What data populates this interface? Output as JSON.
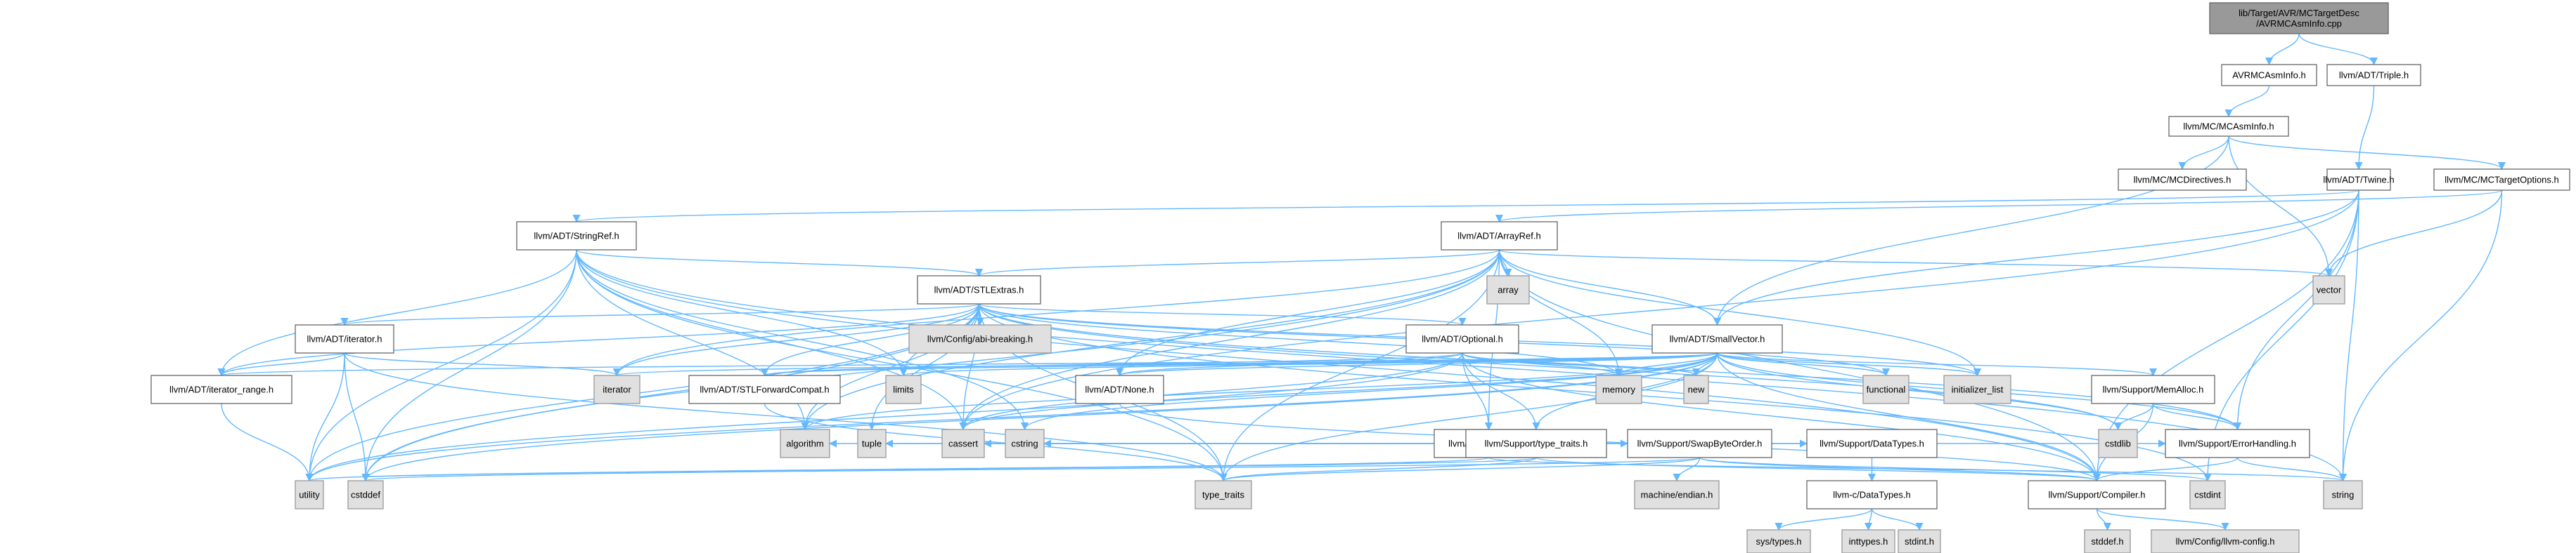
{
  "diagram": {
    "type": "include-dependency-graph",
    "colors": {
      "edge": "#63b8ff",
      "root_fill": "#999999",
      "file_fill": "#ffffff",
      "system_fill": "#e0e0e0",
      "border": "#666666"
    },
    "nodes": [
      {
        "id": "root",
        "lines": [
          "lib/Target/AVR/MCTargetDesc",
          "/AVRMCAsmInfo.cpp"
        ],
        "kind": "root"
      },
      {
        "id": "avrmcasminfo",
        "lines": [
          "AVRMCAsmInfo.h"
        ],
        "kind": "file"
      },
      {
        "id": "triple",
        "lines": [
          "llvm/ADT/Triple.h"
        ],
        "kind": "file"
      },
      {
        "id": "mcasminfo",
        "lines": [
          "llvm/MC/MCAsmInfo.h"
        ],
        "kind": "file"
      },
      {
        "id": "mcdirectives",
        "lines": [
          "llvm/MC/MCDirectives.h"
        ],
        "kind": "file"
      },
      {
        "id": "mctargetoptions",
        "lines": [
          "llvm/MC/MCTargetOptions.h"
        ],
        "kind": "file"
      },
      {
        "id": "twine",
        "lines": [
          "llvm/ADT/Twine.h"
        ],
        "kind": "file"
      },
      {
        "id": "stringref",
        "lines": [
          "llvm/ADT/StringRef.h"
        ],
        "kind": "file"
      },
      {
        "id": "arrayref",
        "lines": [
          "llvm/ADT/ArrayRef.h"
        ],
        "kind": "file"
      },
      {
        "id": "array",
        "lines": [
          "array"
        ],
        "kind": "sys"
      },
      {
        "id": "vector",
        "lines": [
          "vector"
        ],
        "kind": "sys"
      },
      {
        "id": "stlextras",
        "lines": [
          "llvm/ADT/STLExtras.h"
        ],
        "kind": "file"
      },
      {
        "id": "abibreaking",
        "lines": [
          "llvm/Config/abi-breaking.h"
        ],
        "kind": "sys"
      },
      {
        "id": "iteratorh",
        "lines": [
          "llvm/ADT/iterator.h"
        ],
        "kind": "file"
      },
      {
        "id": "optional",
        "lines": [
          "llvm/ADT/Optional.h"
        ],
        "kind": "file"
      },
      {
        "id": "smallvector",
        "lines": [
          "llvm/ADT/SmallVector.h"
        ],
        "kind": "file"
      },
      {
        "id": "iterrange",
        "lines": [
          "llvm/ADT/iterator_range.h"
        ],
        "kind": "file"
      },
      {
        "id": "iterator",
        "lines": [
          "iterator"
        ],
        "kind": "sys"
      },
      {
        "id": "limits",
        "lines": [
          "limits"
        ],
        "kind": "sys"
      },
      {
        "id": "stlfwd",
        "lines": [
          "llvm/ADT/STLForwardCompat.h"
        ],
        "kind": "file"
      },
      {
        "id": "none",
        "lines": [
          "llvm/ADT/None.h"
        ],
        "kind": "file"
      },
      {
        "id": "memory",
        "lines": [
          "memory"
        ],
        "kind": "sys"
      },
      {
        "id": "new",
        "lines": [
          "new"
        ],
        "kind": "sys"
      },
      {
        "id": "functional",
        "lines": [
          "functional"
        ],
        "kind": "sys"
      },
      {
        "id": "initlist",
        "lines": [
          "initializer_list"
        ],
        "kind": "sys"
      },
      {
        "id": "memalloc",
        "lines": [
          "llvm/Support/MemAlloc.h"
        ],
        "kind": "file"
      },
      {
        "id": "hashing",
        "lines": [
          "llvm/ADT/Hashing.h"
        ],
        "kind": "file"
      },
      {
        "id": "algorithm",
        "lines": [
          "algorithm"
        ],
        "kind": "sys"
      },
      {
        "id": "tuple",
        "lines": [
          "tuple"
        ],
        "kind": "sys"
      },
      {
        "id": "cassert",
        "lines": [
          "cassert"
        ],
        "kind": "sys"
      },
      {
        "id": "cstring",
        "lines": [
          "cstring"
        ],
        "kind": "sys"
      },
      {
        "id": "typetraitsh",
        "lines": [
          "llvm/Support/type_traits.h"
        ],
        "kind": "file"
      },
      {
        "id": "swapbyteorder",
        "lines": [
          "llvm/Support/SwapByteOrder.h"
        ],
        "kind": "file"
      },
      {
        "id": "datatypes",
        "lines": [
          "llvm/Support/DataTypes.h"
        ],
        "kind": "file"
      },
      {
        "id": "cstdlib",
        "lines": [
          "cstdlib"
        ],
        "kind": "sys"
      },
      {
        "id": "errorhandling",
        "lines": [
          "llvm/Support/ErrorHandling.h"
        ],
        "kind": "file"
      },
      {
        "id": "utility",
        "lines": [
          "utility"
        ],
        "kind": "sys"
      },
      {
        "id": "cstddef",
        "lines": [
          "cstddef"
        ],
        "kind": "sys"
      },
      {
        "id": "typetraits",
        "lines": [
          "type_traits"
        ],
        "kind": "sys"
      },
      {
        "id": "endian",
        "lines": [
          "machine/endian.h"
        ],
        "kind": "sys"
      },
      {
        "id": "cdatatypes",
        "lines": [
          "llvm-c/DataTypes.h"
        ],
        "kind": "file"
      },
      {
        "id": "compiler",
        "lines": [
          "llvm/Support/Compiler.h"
        ],
        "kind": "file"
      },
      {
        "id": "cstdint",
        "lines": [
          "cstdint"
        ],
        "kind": "sys"
      },
      {
        "id": "string",
        "lines": [
          "string"
        ],
        "kind": "sys"
      },
      {
        "id": "systypes",
        "lines": [
          "sys/types.h"
        ],
        "kind": "sys"
      },
      {
        "id": "inttypes",
        "lines": [
          "inttypes.h"
        ],
        "kind": "sys"
      },
      {
        "id": "stdint",
        "lines": [
          "stdint.h"
        ],
        "kind": "sys"
      },
      {
        "id": "stddef",
        "lines": [
          "stddef.h"
        ],
        "kind": "sys"
      },
      {
        "id": "llvmconfig",
        "lines": [
          "llvm/Config/llvm-config.h"
        ],
        "kind": "sys"
      }
    ],
    "edges": [
      [
        "root",
        "avrmcasminfo"
      ],
      [
        "root",
        "triple"
      ],
      [
        "avrmcasminfo",
        "mcasminfo"
      ],
      [
        "triple",
        "twine"
      ],
      [
        "mcasminfo",
        "mcdirectives"
      ],
      [
        "mcasminfo",
        "mctargetoptions"
      ],
      [
        "mcasminfo",
        "vector"
      ],
      [
        "mcasminfo",
        "smallvector"
      ],
      [
        "mctargetoptions",
        "string"
      ],
      [
        "mctargetoptions",
        "vector"
      ],
      [
        "mctargetoptions",
        "arrayref"
      ],
      [
        "twine",
        "stringref"
      ],
      [
        "twine",
        "smallvector"
      ],
      [
        "twine",
        "errorhandling"
      ],
      [
        "twine",
        "cassert"
      ],
      [
        "twine",
        "cstdint"
      ],
      [
        "twine",
        "string"
      ],
      [
        "twine",
        "compiler"
      ],
      [
        "stringref",
        "stlextras"
      ],
      [
        "stringref",
        "iterrange"
      ],
      [
        "stringref",
        "compiler"
      ],
      [
        "stringref",
        "algorithm"
      ],
      [
        "stringref",
        "cassert"
      ],
      [
        "stringref",
        "cstddef"
      ],
      [
        "stringref",
        "cstring"
      ],
      [
        "stringref",
        "limits"
      ],
      [
        "stringref",
        "string"
      ],
      [
        "stringref",
        "typetraits"
      ],
      [
        "stringref",
        "utility"
      ],
      [
        "arrayref",
        "hashing"
      ],
      [
        "arrayref",
        "none"
      ],
      [
        "arrayref",
        "smallvector"
      ],
      [
        "arrayref",
        "stlextras"
      ],
      [
        "arrayref",
        "compiler"
      ],
      [
        "arrayref",
        "algorithm"
      ],
      [
        "arrayref",
        "array"
      ],
      [
        "arrayref",
        "cassert"
      ],
      [
        "arrayref",
        "cstddef"
      ],
      [
        "arrayref",
        "initlist"
      ],
      [
        "arrayref",
        "iterator"
      ],
      [
        "arrayref",
        "memory"
      ],
      [
        "arrayref",
        "typetraits"
      ],
      [
        "arrayref",
        "vector"
      ],
      [
        "stlextras",
        "optional"
      ],
      [
        "stlextras",
        "stlfwd"
      ],
      [
        "stlextras",
        "iteratorh"
      ],
      [
        "stlextras",
        "iterrange"
      ],
      [
        "stlextras",
        "abibreaking"
      ],
      [
        "stlextras",
        "errorhandling"
      ],
      [
        "stlextras",
        "algorithm"
      ],
      [
        "stlextras",
        "cassert"
      ],
      [
        "stlextras",
        "cstddef"
      ],
      [
        "stlextras",
        "cstdint"
      ],
      [
        "stlextras",
        "cstdlib"
      ],
      [
        "stlextras",
        "functional"
      ],
      [
        "stlextras",
        "initlist"
      ],
      [
        "stlextras",
        "iterator"
      ],
      [
        "stlextras",
        "limits"
      ],
      [
        "stlextras",
        "memory"
      ],
      [
        "stlextras",
        "tuple"
      ],
      [
        "stlextras",
        "typetraits"
      ],
      [
        "stlextras",
        "utility"
      ],
      [
        "iteratorh",
        "iterrange"
      ],
      [
        "iteratorh",
        "cstddef"
      ],
      [
        "iteratorh",
        "iterator"
      ],
      [
        "iteratorh",
        "typetraits"
      ],
      [
        "iteratorh",
        "utility"
      ],
      [
        "iterrange",
        "utility"
      ],
      [
        "optional",
        "hashing"
      ],
      [
        "optional",
        "none"
      ],
      [
        "optional",
        "stlfwd"
      ],
      [
        "optional",
        "compiler"
      ],
      [
        "optional",
        "typetraitsh"
      ],
      [
        "optional",
        "cassert"
      ],
      [
        "optional",
        "memory"
      ],
      [
        "optional",
        "new"
      ],
      [
        "optional",
        "utility"
      ],
      [
        "smallvector",
        "memalloc"
      ],
      [
        "smallvector",
        "compiler"
      ],
      [
        "smallvector",
        "typetraitsh"
      ],
      [
        "smallvector",
        "algorithm"
      ],
      [
        "smallvector",
        "cassert"
      ],
      [
        "smallvector",
        "cstddef"
      ],
      [
        "smallvector",
        "cstdlib"
      ],
      [
        "smallvector",
        "cstring"
      ],
      [
        "smallvector",
        "functional"
      ],
      [
        "smallvector",
        "initlist"
      ],
      [
        "smallvector",
        "iterator"
      ],
      [
        "smallvector",
        "limits"
      ],
      [
        "smallvector",
        "memory"
      ],
      [
        "smallvector",
        "new"
      ],
      [
        "smallvector",
        "typetraits"
      ],
      [
        "smallvector",
        "utility"
      ],
      [
        "smallvector",
        "errorhandling"
      ],
      [
        "smallvector",
        "iterrange"
      ],
      [
        "smallvector",
        "stlfwd"
      ],
      [
        "smallvector",
        "none"
      ],
      [
        "stlfwd",
        "typetraits"
      ],
      [
        "none",
        "compiler"
      ],
      [
        "memalloc",
        "compiler"
      ],
      [
        "memalloc",
        "errorhandling"
      ],
      [
        "memalloc",
        "cstdlib"
      ],
      [
        "errorhandling",
        "compiler"
      ],
      [
        "errorhandling",
        "string"
      ],
      [
        "hashing",
        "errorhandling"
      ],
      [
        "hashing",
        "swapbyteorder"
      ],
      [
        "hashing",
        "typetraitsh"
      ],
      [
        "hashing",
        "algorithm"
      ],
      [
        "hashing",
        "cassert"
      ],
      [
        "hashing",
        "cstring"
      ],
      [
        "hashing",
        "string"
      ],
      [
        "hashing",
        "tuple"
      ],
      [
        "hashing",
        "utility"
      ],
      [
        "hashing",
        "datatypes"
      ],
      [
        "typetraitsh",
        "compiler"
      ],
      [
        "typetraitsh",
        "typetraits"
      ],
      [
        "typetraitsh",
        "utility"
      ],
      [
        "swapbyteorder",
        "compiler"
      ],
      [
        "swapbyteorder",
        "cstddef"
      ],
      [
        "swapbyteorder",
        "cstdint"
      ],
      [
        "swapbyteorder",
        "typetraits"
      ],
      [
        "swapbyteorder",
        "endian"
      ],
      [
        "datatypes",
        "cdatatypes"
      ],
      [
        "cdatatypes",
        "inttypes"
      ],
      [
        "cdatatypes",
        "stdint"
      ],
      [
        "cdatatypes",
        "systypes"
      ],
      [
        "compiler",
        "stddef"
      ],
      [
        "compiler",
        "llvmconfig"
      ]
    ]
  }
}
